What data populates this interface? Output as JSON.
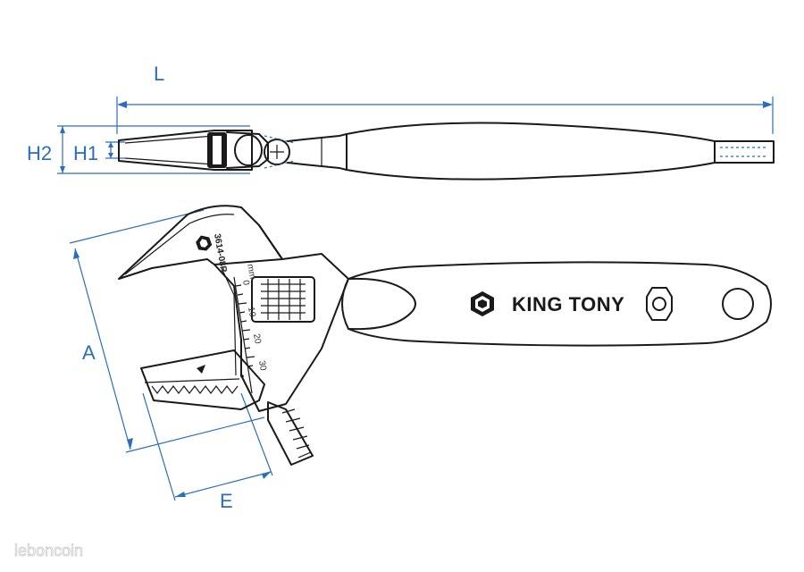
{
  "dimensions": {
    "L": "L",
    "H1": "H1",
    "H2": "H2",
    "A": "A",
    "E": "E"
  },
  "brand": {
    "name": "KING TONY",
    "model": "3614-08R",
    "scale_ticks": [
      "0",
      "10",
      "20",
      "30"
    ],
    "scale_unit": "mm"
  },
  "watermark": "leboncoin",
  "colors": {
    "dimension_lines": "#2a6ebb",
    "outline": "#1a1a1a",
    "background": "#ffffff"
  }
}
